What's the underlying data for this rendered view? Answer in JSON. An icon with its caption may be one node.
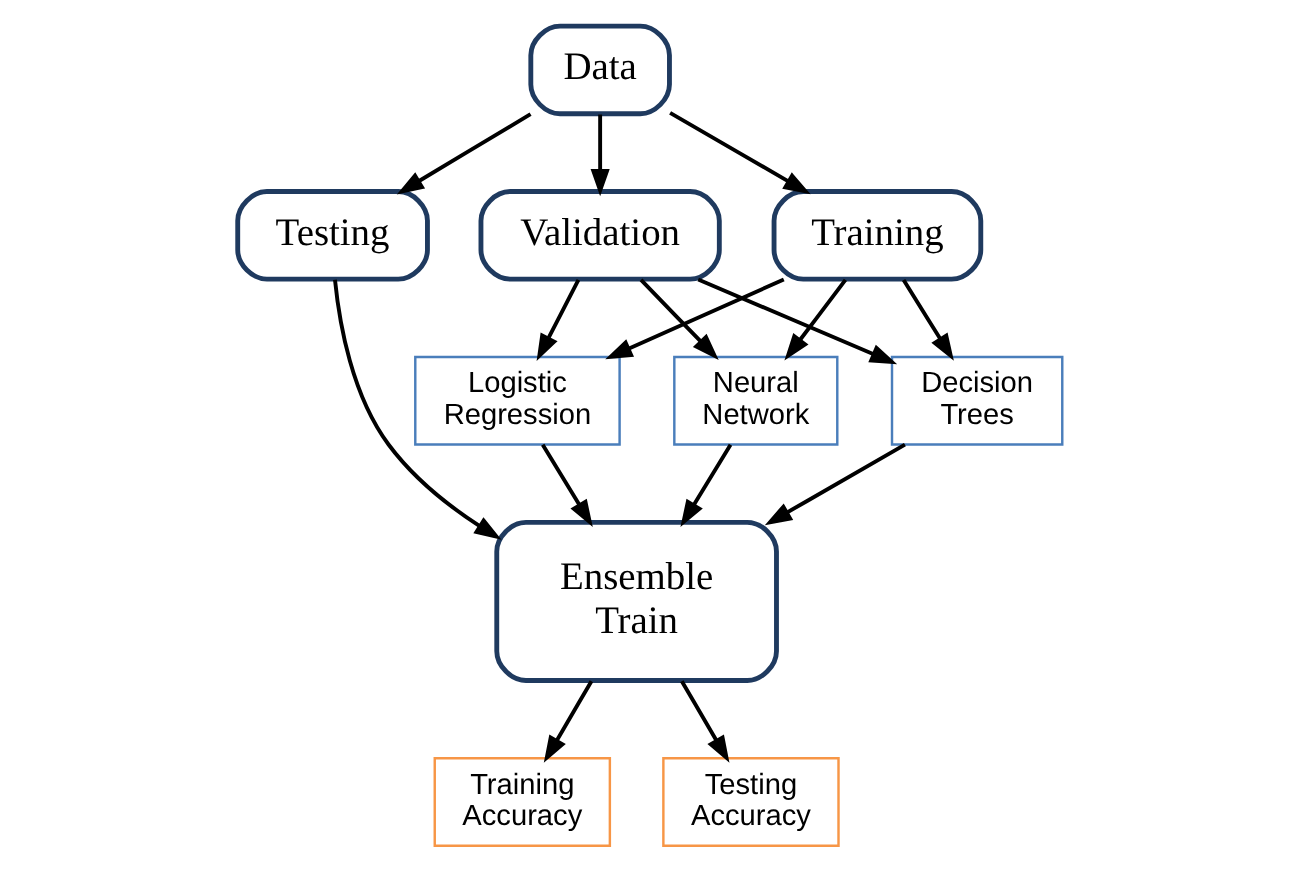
{
  "diagram": {
    "nodes": [
      {
        "text": [
          "Data"
        ]
      },
      {
        "text": [
          "Training"
        ]
      },
      {
        "text": [
          "Validation"
        ]
      },
      {
        "text": [
          "Testing"
        ]
      },
      {
        "text": [
          "Logistic Regression"
        ]
      },
      {
        "text": [
          "Neural Network"
        ]
      },
      {
        "text": [
          "Decision Trees"
        ]
      },
      {
        "text": [
          "Ensemble Train"
        ]
      },
      {
        "text": [
          "Training Accuracy"
        ]
      },
      {
        "text": [
          "Testing Accuracy"
        ]
      }
    ],
    "edges": [
      {
        "from": 0,
        "to": 1,
        "arrow": "to"
      },
      {
        "from": 0,
        "to": 2,
        "arrow": "to"
      },
      {
        "from": 0,
        "to": 3,
        "arrow": "to"
      },
      {
        "from": 1,
        "to": 4,
        "arrow": "to"
      },
      {
        "from": 1,
        "to": 5,
        "arrow": "to"
      },
      {
        "from": 1,
        "to": 6,
        "arrow": "to"
      },
      {
        "from": 2,
        "to": 4,
        "arrow": "to"
      },
      {
        "from": 2,
        "to": 5,
        "arrow": "to"
      },
      {
        "from": 2,
        "to": 6,
        "arrow": "to"
      },
      {
        "from": 4,
        "to": 7,
        "arrow": "to"
      },
      {
        "from": 5,
        "to": 7,
        "arrow": "to"
      },
      {
        "from": 6,
        "to": 7,
        "arrow": "to"
      },
      {
        "from": 3,
        "to": 7,
        "arrow": "to"
      },
      {
        "from": 7,
        "to": 8,
        "arrow": "to"
      },
      {
        "from": 7,
        "to": 9,
        "arrow": "to"
      }
    ]
  }
}
